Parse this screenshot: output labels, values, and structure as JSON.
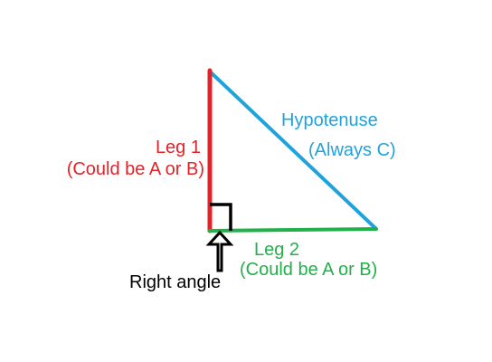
{
  "diagram": {
    "leg1": {
      "title": "Leg 1",
      "subtitle": "(Could be A or B)",
      "color": "#e0242a"
    },
    "leg2": {
      "title": "Leg 2",
      "subtitle": "(Could be A or B)",
      "color": "#22b04a"
    },
    "hypotenuse": {
      "title": "Hypotenuse",
      "subtitle": "(Always C)",
      "color": "#1fa3dc"
    },
    "right_angle": {
      "label": "Right angle",
      "color": "#000000",
      "pointer_icon": "arrow-up-icon",
      "marker_icon": "right-angle-square-icon"
    }
  }
}
